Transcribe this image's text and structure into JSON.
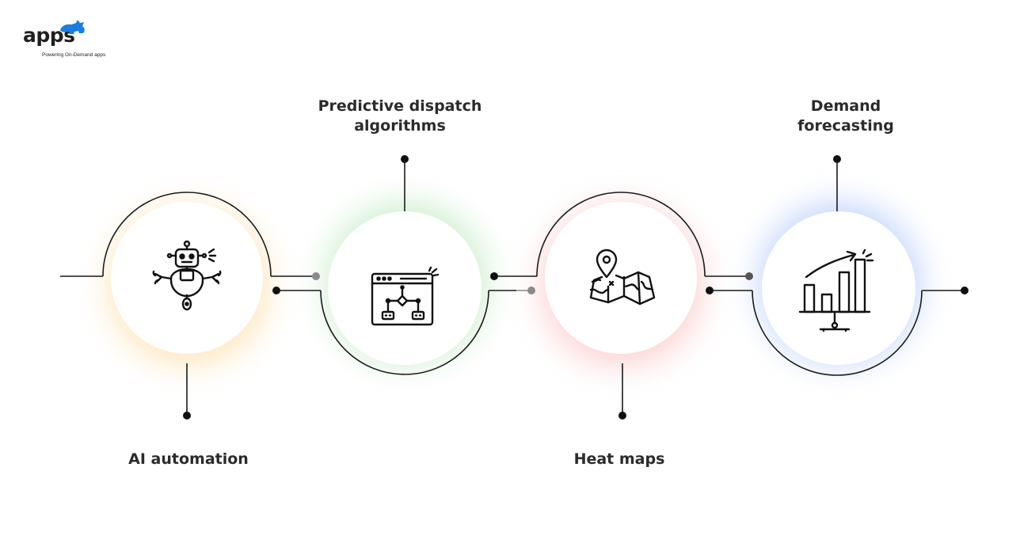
{
  "brand": {
    "name": "apps",
    "tagline": "Powering On-Demand apps",
    "accent_color": "#1a7de0"
  },
  "steps": [
    {
      "label_lines": [
        "AI automation"
      ],
      "icon": "robot-icon",
      "glow_color": "#ffc86e"
    },
    {
      "label_lines": [
        "Predictive dispatch",
        "algorithms"
      ],
      "icon": "flowchart-window-icon",
      "glow_color": "#96dc96"
    },
    {
      "label_lines": [
        "Heat maps"
      ],
      "icon": "map-pin-icon",
      "glow_color": "#faa0a0"
    },
    {
      "label_lines": [
        "Demand",
        "forecasting"
      ],
      "icon": "growth-chart-icon",
      "glow_color": "#8cafFA"
    }
  ]
}
